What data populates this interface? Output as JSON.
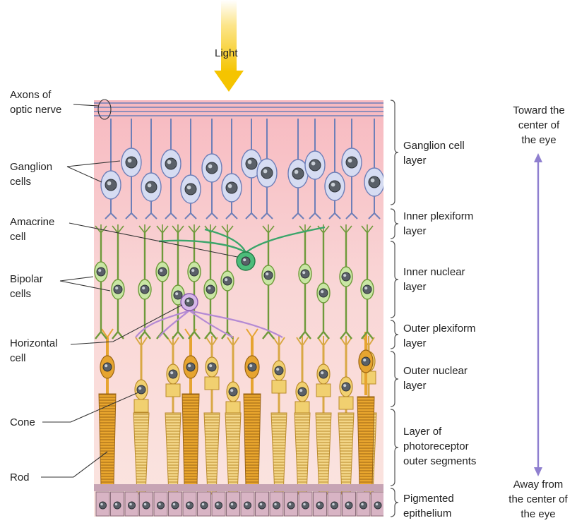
{
  "light_label": "Light",
  "left_labels": {
    "axons": "Axons of\noptic nerve",
    "ganglion_cells": "Ganglion\ncells",
    "amacrine_cell": "Amacrine\ncell",
    "bipolar_cells": "Bipolar\ncells",
    "horizontal_cell": "Horizontal\ncell",
    "cone": "Cone",
    "rod": "Rod"
  },
  "layers": [
    "Ganglion cell\nlayer",
    "Inner plexiform\nlayer",
    "Inner nuclear\nlayer",
    "Outer plexiform\nlayer",
    "Outer nuclear\nlayer",
    "Layer of\nphotoreceptor\nouter segments",
    "Pigmented\nepithelium"
  ],
  "direction": {
    "top": "Toward the\ncenter of\nthe eye",
    "bottom": "Away from\nthe center of\nthe eye"
  },
  "colors": {
    "light_arrow": "#f5cc00",
    "ganglion_fill": "#d6dcf2",
    "ganglion_stroke": "#6e7fb8",
    "bipolar_fill": "#c9e6a4",
    "bipolar_stroke": "#6e9a3a",
    "amacrine": "#3aa56a",
    "horizontal": "#b48ad4",
    "cone": "#e6a430",
    "rod": "#f1d070",
    "epithelium": "#d8b4c4",
    "direction_arrow": "#8f7fcf"
  }
}
